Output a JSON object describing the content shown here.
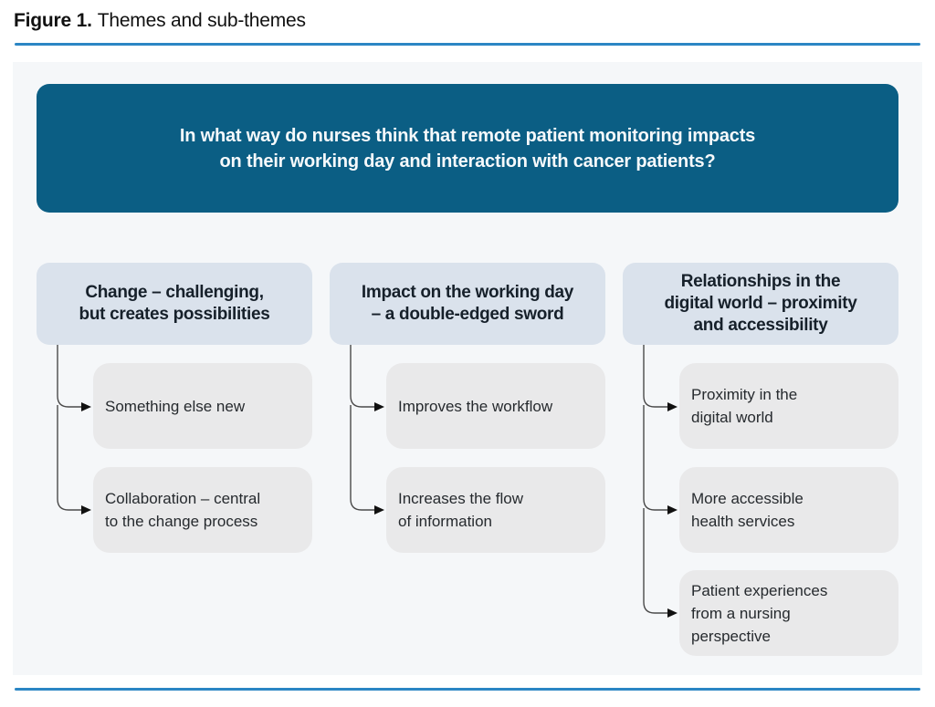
{
  "figure_caption": {
    "label": "Figure 1.",
    "title": "Themes and sub-themes"
  },
  "diagram": {
    "question": "In what way do nurses think that remote patient monitoring impacts\non their working day and interaction with cancer patients?",
    "themes": [
      {
        "title": "Change – challenging,\nbut creates possibilities",
        "subthemes": [
          "Something else new",
          "Collaboration – central\nto the change process"
        ]
      },
      {
        "title": "Impact on the working day\n– a double-edged sword",
        "subthemes": [
          "Improves the workflow",
          "Increases the flow\nof information"
        ]
      },
      {
        "title": "Relationships in the\ndigital world – proximity\nand accessibility",
        "subthemes": [
          "Proximity in the\ndigital world",
          "More accessible\nhealth services",
          "Patient experiences\nfrom a nursing\nperspective"
        ]
      }
    ]
  },
  "colors": {
    "question_box": "#0b5e84",
    "question_text": "#f6f9fb",
    "theme_header": "#dae2ec",
    "subtheme_box": "#e9e9ea",
    "panel_background": "#f5f7f9",
    "divider_rule": "#2b86c4",
    "connector_line": "#4a4a4a",
    "arrowhead": "#111111"
  }
}
